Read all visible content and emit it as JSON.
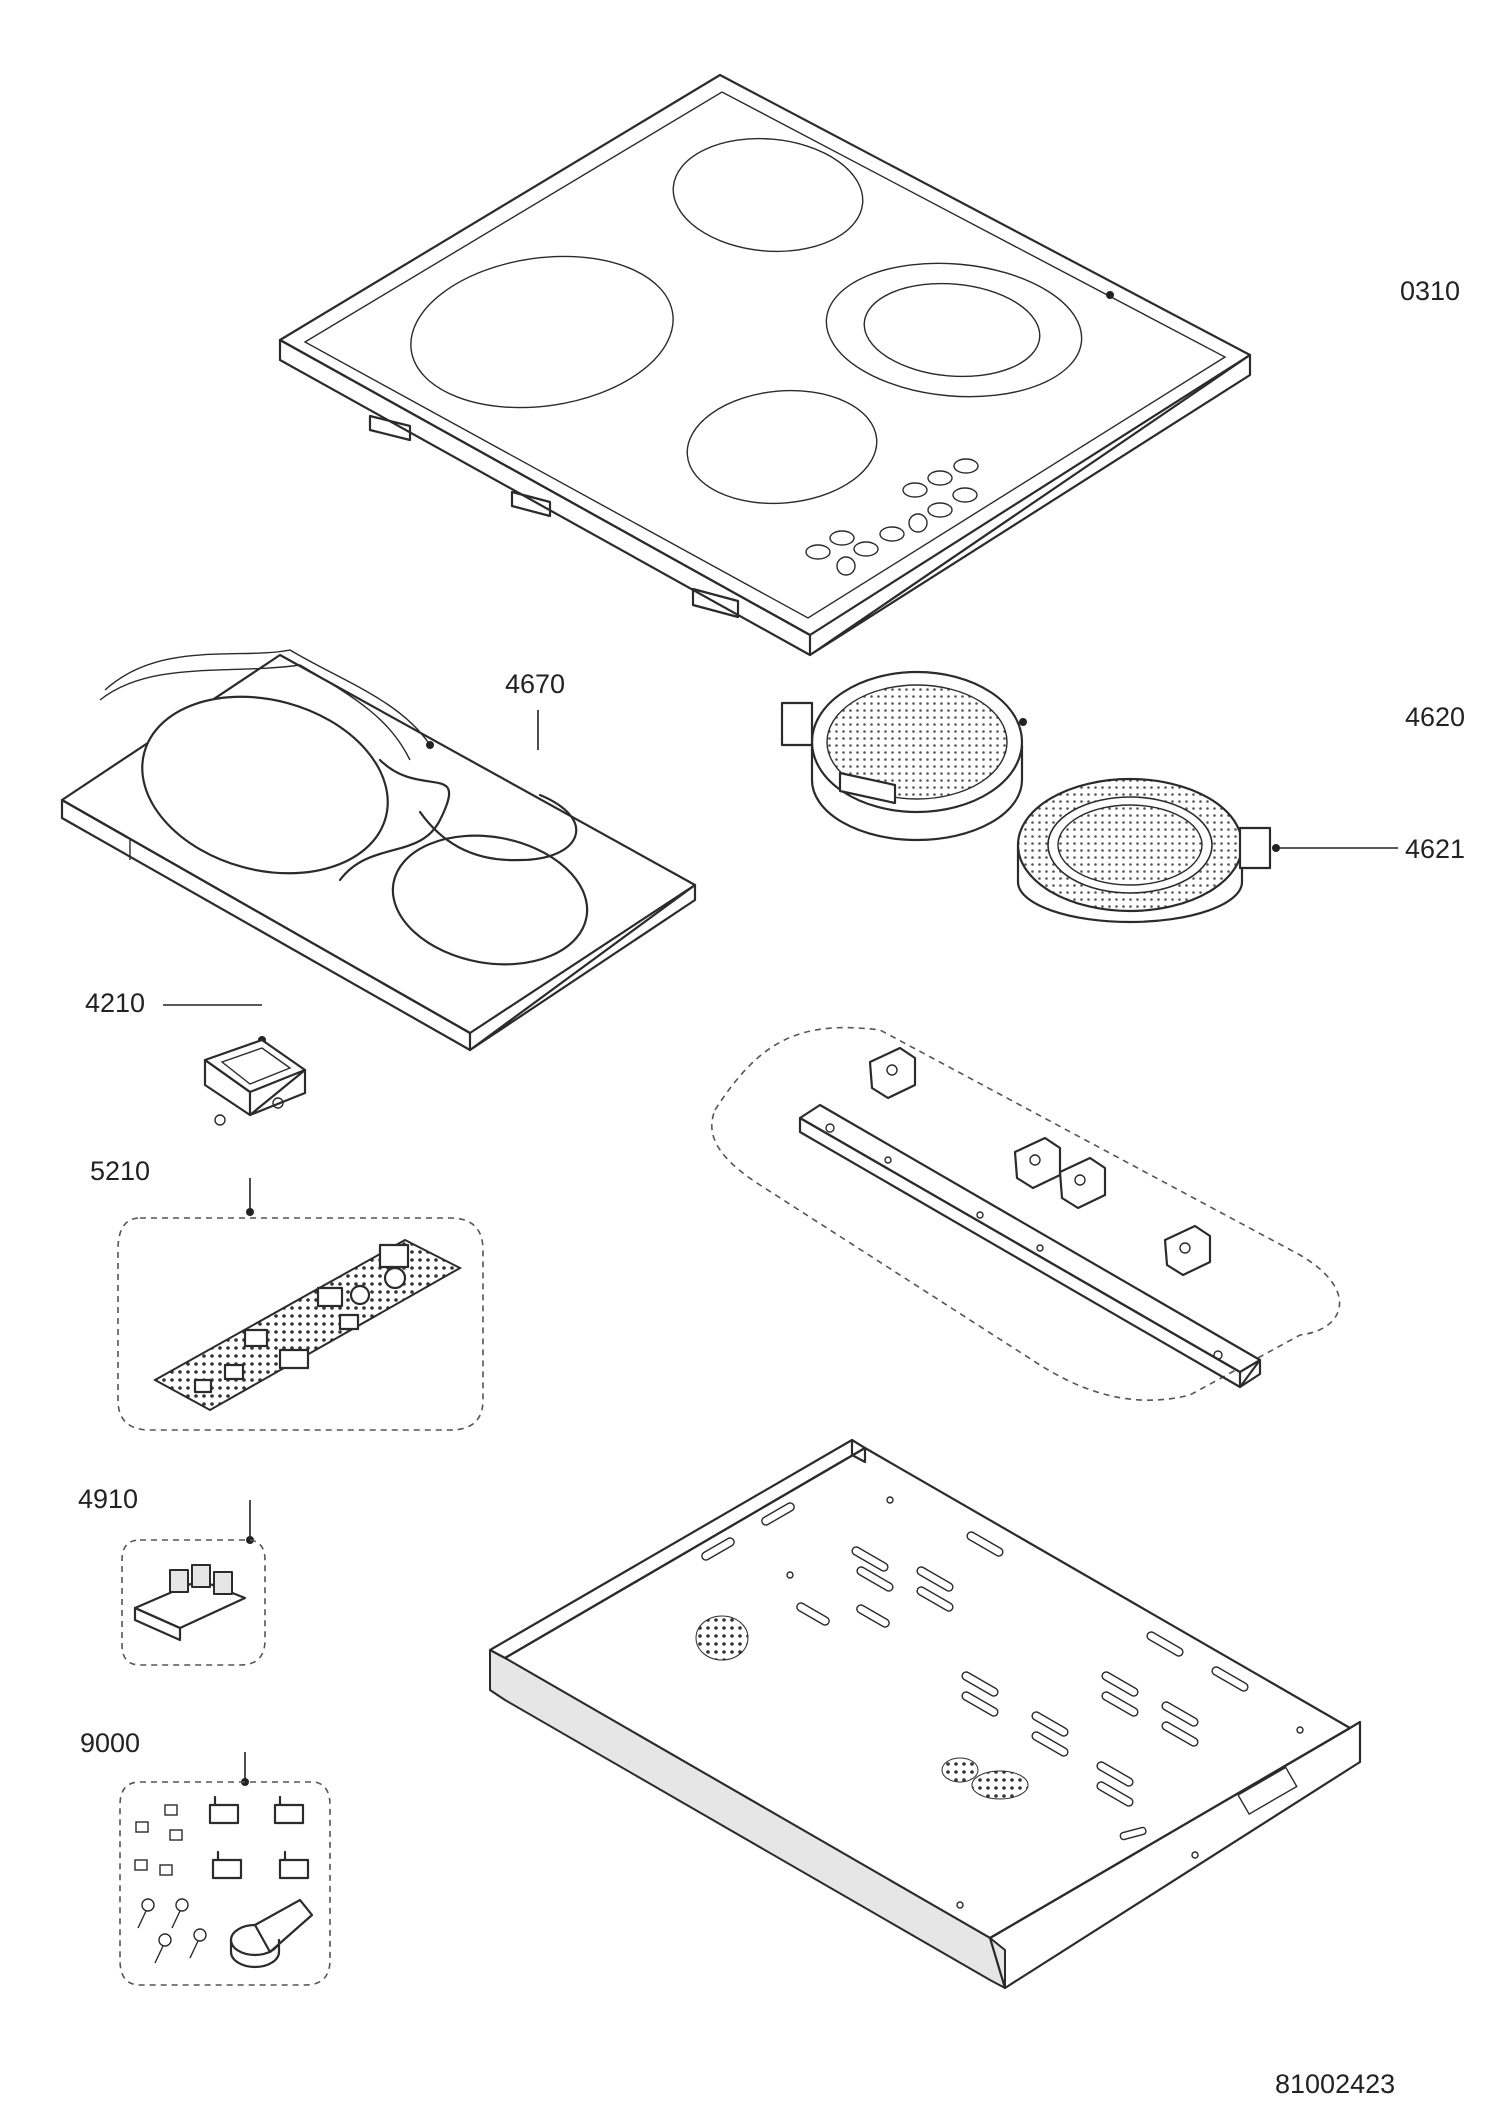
{
  "parts": [
    {
      "id": "part-0310",
      "number": "0310"
    },
    {
      "id": "part-4670",
      "number": "4670"
    },
    {
      "id": "part-4620",
      "number": "4620"
    },
    {
      "id": "part-4621",
      "number": "4621"
    },
    {
      "id": "part-4210",
      "number": "4210"
    },
    {
      "id": "part-5210",
      "number": "5210"
    },
    {
      "id": "part-4910",
      "number": "4910"
    },
    {
      "id": "part-9000",
      "number": "9000"
    }
  ],
  "drawing_number": "81002423"
}
